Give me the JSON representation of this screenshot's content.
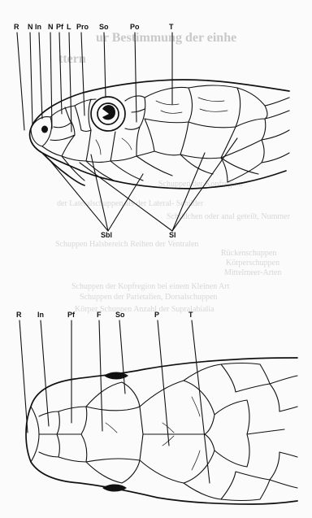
{
  "background_text": {
    "heading_1": "ur Bestimmung der einhe",
    "heading_2": "ttern",
    "lines": [
      "Schuppen der Kopfregion",
      "der Lateralschuppen als der Lateral- Schilder",
      "Schildchen oder anal geteilt, Nummer",
      "Schuppen Halsbereich Reihen der Ventralen",
      "Rückenschuppen",
      "Körperschuppen",
      "Mittelmeer-Arten",
      "Schuppen der Kopfregion bei einem Kleinen Art",
      "Schuppen der Parietalien, Dorsalschuppen",
      "Körper Schuppen Anzahl der Supralabialia"
    ]
  },
  "lateral_labels": {
    "R": "R",
    "N1": "N",
    "In": "In",
    "N2": "N",
    "Pf": "Pf",
    "L": "L",
    "Pro": "Pro",
    "So": "So",
    "Po": "Po",
    "T": "T",
    "Sbl": "Sbl",
    "Sl": "Sl"
  },
  "dorsal_labels": {
    "R": "R",
    "In": "In",
    "Pf": "Pf",
    "F": "F",
    "So": "So",
    "P": "P",
    "T": "T"
  }
}
